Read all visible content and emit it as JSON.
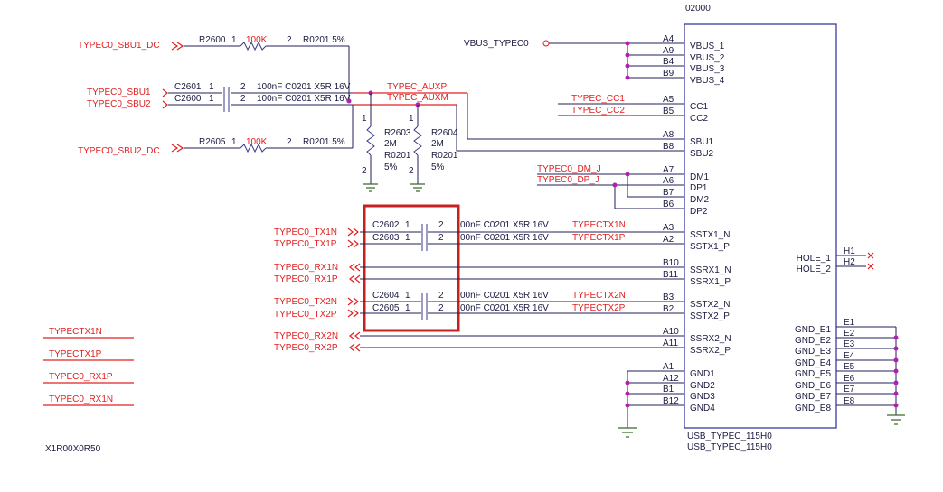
{
  "header_fragment": "02000",
  "left_nets": {
    "sbu1_dc": "TYPEC0_SBU1_DC",
    "sbu1": "TYPEC0_SBU1",
    "sbu2": "TYPEC0_SBU2",
    "sbu2_dc": "TYPEC0_SBU2_DC",
    "tx1n": "TYPEC0_TX1N",
    "tx1p": "TYPEC0_TX1P",
    "rx1n": "TYPEC0_RX1N",
    "rx1p": "TYPEC0_RX1P",
    "tx2n": "TYPEC0_TX2N",
    "tx2p": "TYPEC0_TX2P",
    "rx2n": "TYPEC0_RX2N",
    "rx2p": "TYPEC0_RX2P"
  },
  "parts": {
    "r2600": "R2600",
    "r2605": "R2605",
    "r_val": "100K",
    "r_pkg": "R0201 5%",
    "c2601": "C2601",
    "c2600": "C2600",
    "c_spec_a": "100nF  C0201  X5R 16V",
    "c_spec_b": "100nF  C0201  X5R  16V",
    "r2603": "R2603",
    "r2604": "R2604",
    "rv_val": "2M",
    "rv_pkg": "R0201",
    "rv_tol": "5%",
    "c2602": "C2602",
    "c2603": "C2603",
    "c2604": "C2604",
    "c2605": "C2605",
    "cap_spec": "00nF  C0201  X5R  16V",
    "pin1": "1",
    "pin2": "2"
  },
  "mid_nets": {
    "auxp": "TYPEC_AUXP",
    "auxm": "TYPEC_AUXM",
    "vbus": "VBUS_TYPEC0",
    "cc1": "TYPEC_CC1",
    "cc2": "TYPEC_CC2",
    "dm": "TYPEC0_DM_J",
    "dp": "TYPEC0_DP_J",
    "ctx1n": "TYPECTX1N",
    "ctx1p": "TYPECTX1P",
    "ctx2n": "TYPECTX2N",
    "ctx2p": "TYPECTX2P"
  },
  "connector": {
    "pins_left": [
      {
        "num": "A4",
        "name": "VBUS_1"
      },
      {
        "num": "A9",
        "name": "VBUS_2"
      },
      {
        "num": "B4",
        "name": "VBUS_3"
      },
      {
        "num": "B9",
        "name": "VBUS_4"
      },
      {
        "num": "A5",
        "name": "CC1"
      },
      {
        "num": "B5",
        "name": "CC2"
      },
      {
        "num": "A8",
        "name": "SBU1"
      },
      {
        "num": "B8",
        "name": "SBU2"
      },
      {
        "num": "A7",
        "name": "DM1"
      },
      {
        "num": "A6",
        "name": "DP1"
      },
      {
        "num": "B7",
        "name": "DM2"
      },
      {
        "num": "B6",
        "name": "DP2"
      },
      {
        "num": "A3",
        "name": "SSTX1_N"
      },
      {
        "num": "A2",
        "name": "SSTX1_P"
      },
      {
        "num": "B10",
        "name": "SSRX1_N"
      },
      {
        "num": "B11",
        "name": "SSRX1_P"
      },
      {
        "num": "B3",
        "name": "SSTX2_N"
      },
      {
        "num": "B2",
        "name": "SSTX2_P"
      },
      {
        "num": "A10",
        "name": "SSRX2_N"
      },
      {
        "num": "A11",
        "name": "SSRX2_P"
      },
      {
        "num": "A1",
        "name": "GND1"
      },
      {
        "num": "A12",
        "name": "GND2"
      },
      {
        "num": "B1",
        "name": "GND3"
      },
      {
        "num": "B12",
        "name": "GND4"
      }
    ],
    "pins_right": [
      {
        "num": "H1",
        "name": "HOLE_1"
      },
      {
        "num": "H2",
        "name": "HOLE_2"
      },
      {
        "num": "E1",
        "name": "GND_E1"
      },
      {
        "num": "E2",
        "name": "GND_E2"
      },
      {
        "num": "E3",
        "name": "GND_E3"
      },
      {
        "num": "E4",
        "name": "GND_E4"
      },
      {
        "num": "E5",
        "name": "GND_E5"
      },
      {
        "num": "E6",
        "name": "GND_E6"
      },
      {
        "num": "E7",
        "name": "GND_E7"
      },
      {
        "num": "E8",
        "name": "GND_E8"
      }
    ],
    "footprint_1": "USB_TYPEC_115H0",
    "footprint_2": "USB_TYPEC_115H0"
  },
  "legend_nets": [
    "TYPECTX1N",
    "TYPECTX1P",
    "TYPEC0_RX1P",
    "TYPEC0_RX1N"
  ],
  "bottom_label": "X1R00X0R50",
  "colors": {
    "net": "#e02020",
    "wire": "#20205a",
    "junction": "#b020b0",
    "highlight": "#c62020",
    "ground": "#3a6a2a"
  }
}
